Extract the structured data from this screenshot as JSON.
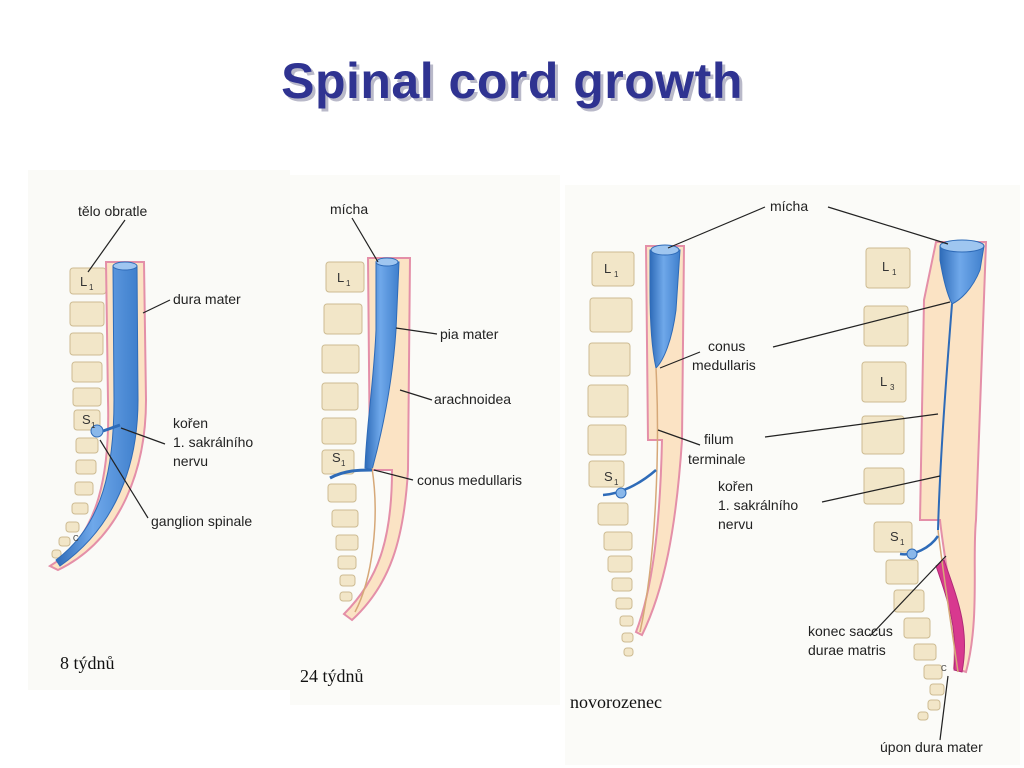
{
  "title": "Spinal cord growth",
  "panel1": {
    "caption": "8 týdnů",
    "labels": {
      "vertebral_body": "tělo obratle",
      "dura_mater": "dura mater",
      "root_line1": "kořen",
      "root_line2": "1. sakrálního",
      "root_line3": "nervu",
      "ganglion": "ganglion spinale"
    },
    "vertebra_marks": {
      "L1": "L",
      "L1_sub": "1",
      "S1": "S",
      "S1_sub": "1",
      "C0": "C"
    }
  },
  "panel2": {
    "caption": "24 týdnů",
    "labels": {
      "cord": "mícha",
      "pia_mater": "pia mater",
      "arachnoid": "arachnoidea",
      "conus": "conus medullaris"
    },
    "vertebra_marks": {
      "L1": "L",
      "L1_sub": "1",
      "S1": "S",
      "S1_sub": "1"
    }
  },
  "panel3": {
    "caption": "novorozenec",
    "labels": {
      "cord": "mícha",
      "conus_line1": "conus",
      "conus_line2": "medullaris",
      "filum_line1": "filum",
      "filum_line2": "terminale",
      "root_line1": "kořen",
      "root_line2": "1. sakrálního",
      "root_line3": "nervu",
      "sac_end_line1": "konec saccus",
      "sac_end_line2": "durae matris",
      "dura_insertion": "úpon dura mater"
    },
    "vertebra_marks": {
      "L1": "L",
      "L1_sub": "1",
      "L3": "L",
      "L3_sub": "3",
      "S1": "S",
      "S1_sub": "1",
      "C0": "C"
    }
  },
  "colors": {
    "title": "#2f3391",
    "cord": "#4f8fd9",
    "cord_dark": "#2e6bb8",
    "dura": "#e79ab0",
    "dura_magenta": "#d8398f",
    "arachnoid": "#f5d7a5",
    "vertebra": "#f2e6c8",
    "vertebra_edge": "#c9b58a"
  }
}
